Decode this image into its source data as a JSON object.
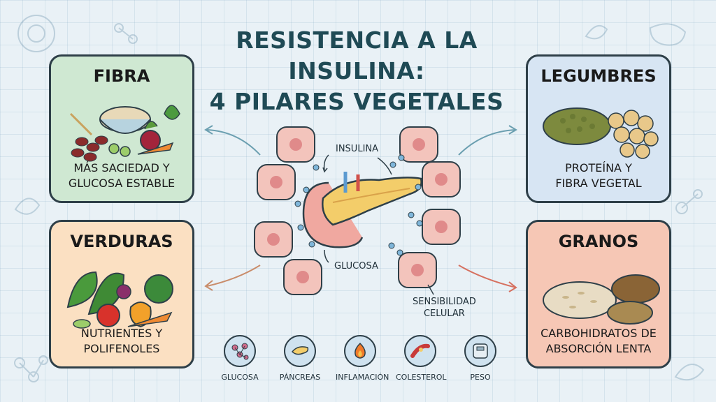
{
  "title_line1": "RESISTENCIA A LA INSULINA:",
  "title_line2": "4 PILARES VEGETALES",
  "cards": {
    "fibra": {
      "title": "FIBRA",
      "caption": "MÁS SACIEDAD Y\nGLUCOSA ESTABLE"
    },
    "verduras": {
      "title": "VERDURAS",
      "caption": "NUTRIENTES Y\nPOLIFENOLES"
    },
    "legumbres": {
      "title": "LEGUMBRES",
      "caption": "PROTEÍNA Y\nFIBRA VEGETAL"
    },
    "granos": {
      "title": "GRANOS",
      "caption": "CARBOHIDRATOS DE\nABSORCIÓN LENTA"
    }
  },
  "center_labels": {
    "insulina": "INSULINA",
    "glucosa": "GLUCOSA",
    "sensibilidad_line1": "SENSIBILIDAD",
    "sensibilidad_line2": "CELULAR"
  },
  "legend": [
    {
      "label": "GLUCOSA",
      "icon": "molecule-icon"
    },
    {
      "label": "PÁNCREAS",
      "icon": "pancreas-icon"
    },
    {
      "label": "INFLAMACIÓN",
      "icon": "flame-icon"
    },
    {
      "label": "COLESTEROL",
      "icon": "artery-icon"
    },
    {
      "label": "PESO",
      "icon": "scale-icon"
    }
  ]
}
